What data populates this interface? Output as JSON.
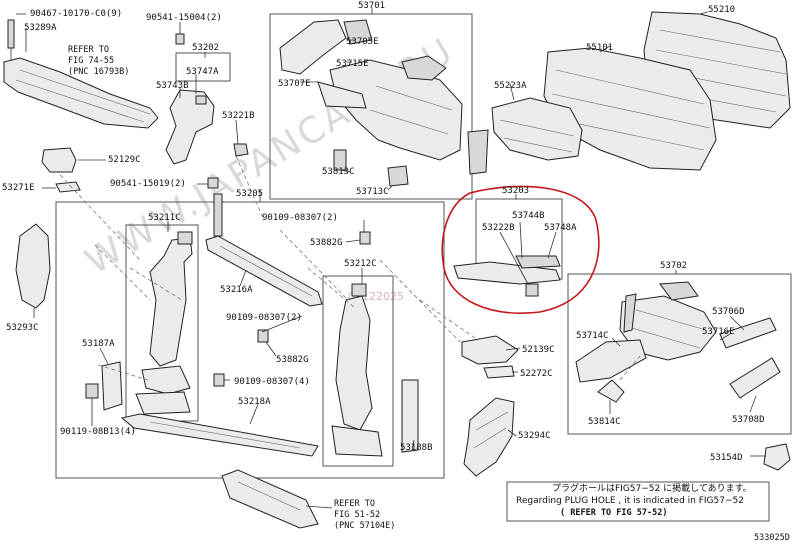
{
  "labels": {
    "p90467": "90467-10170-C0(9)",
    "p53289a": "53289A",
    "ref7455_1": "REFER TO",
    "ref7455_2": "FIG 74-55",
    "ref7455_3": "(PNC 16793B)",
    "p90541a": "90541-15004(2)",
    "p53202": "53202",
    "p53747a": "53747A",
    "p53743b": "53743B",
    "p53221b": "53221B",
    "p52129c": "52129C",
    "p53271e": "53271E",
    "p90541b": "90541-15019(2)",
    "p53205": "53205",
    "p53701": "53701",
    "p53705e": "53705E",
    "p53715e": "53715E",
    "p53707e": "53707E",
    "p53813c": "53813C",
    "p53713c": "53713C",
    "p55210": "55210",
    "p55101": "55101",
    "p55223a": "55223A",
    "p53211c": "53211C",
    "p90109a": "90109-08307(2)",
    "p53882ga": "53882G",
    "p53216a": "53216A",
    "p53212c": "53212C",
    "p90109b": "90109-08307(2)",
    "p53882gb": "53882G",
    "p90109c": "90109-08307(4)",
    "p53218a": "53218A",
    "p53293c": "53293C",
    "p53187a": "53187A",
    "p90119": "90119-08B13(4)",
    "p53188b": "53188B",
    "p53203": "53203",
    "p53744b": "53744B",
    "p53222b": "53222B",
    "p53748a": "53748A",
    "p53702": "53702",
    "p53706d": "53706D",
    "p53716e": "53716E",
    "p53714c": "53714C",
    "p52139c": "52139C",
    "p52272c": "52272C",
    "p53814c": "53814C",
    "p53708d": "53708D",
    "p53294c": "53294C",
    "p53154d": "53154D",
    "ref5152_1": "REFER TO",
    "ref5152_2": "FIG 51-52",
    "ref5152_3": "(PNC 57104E)",
    "note_jp": "プラグホールはFIG57−52 に掲載してあります。",
    "note_en": "Regarding PLUG HOLE , it is indicated in FIG57−52",
    "note_ref": "( REFER TO FIG 57-52)",
    "figure_code": "533025D"
  },
  "watermark": "WWW.JAPANCATS.RU",
  "watermark_date": "09122025",
  "colors": {
    "highlight": "#c4161c",
    "line": "#222222",
    "fill": "#ebebeb"
  }
}
